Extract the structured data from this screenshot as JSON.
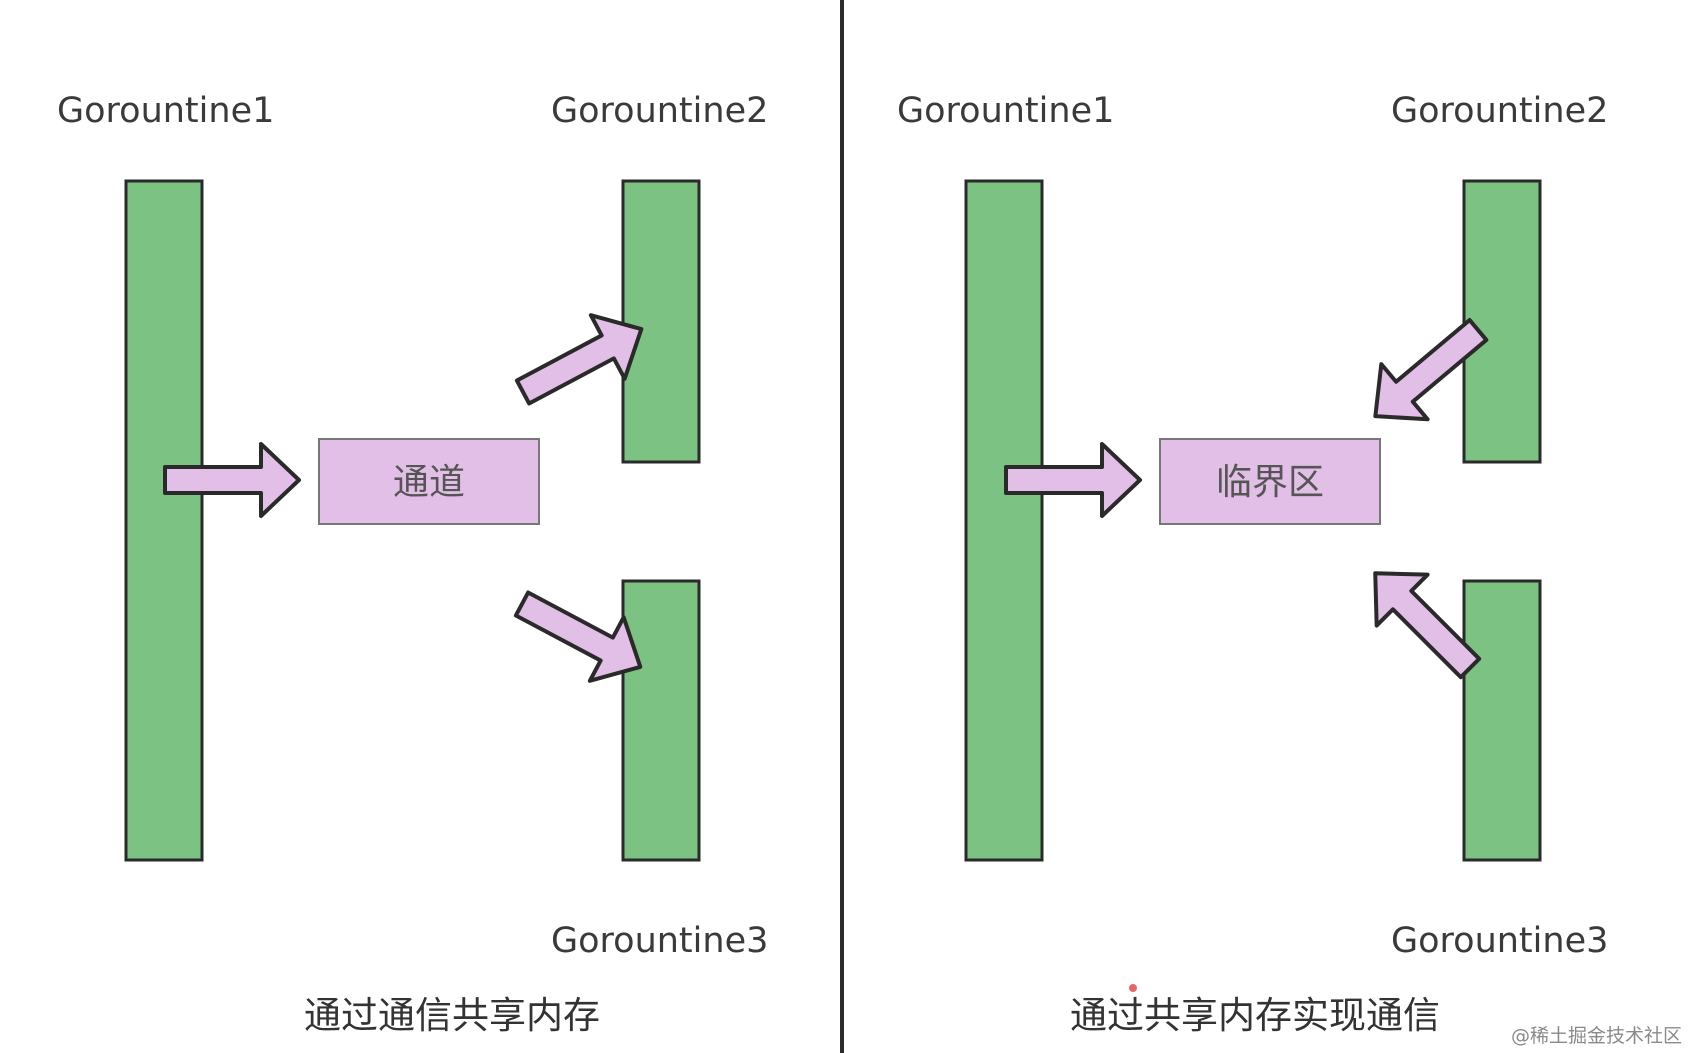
{
  "colors": {
    "goroutine_fill": "#7cc383",
    "goroutine_stroke": "#2a2a2a",
    "box_fill": "#e2bfe6",
    "box_stroke": "#777777",
    "arrow_fill": "#e2bfe6",
    "arrow_stroke": "#2a2a2a",
    "divider": "#2a2a2a"
  },
  "left_panel": {
    "goroutine1": "Gorountine1",
    "goroutine2": "Gorountine2",
    "goroutine3": "Gorountine3",
    "center_box": "通道",
    "caption": "通过通信共享内存"
  },
  "right_panel": {
    "goroutine1": "Gorountine1",
    "goroutine2": "Gorountine2",
    "goroutine3": "Gorountine3",
    "center_box": "临界区",
    "caption": "通过共享内存实现通信"
  },
  "watermark": "@稀土掘金技术社区"
}
